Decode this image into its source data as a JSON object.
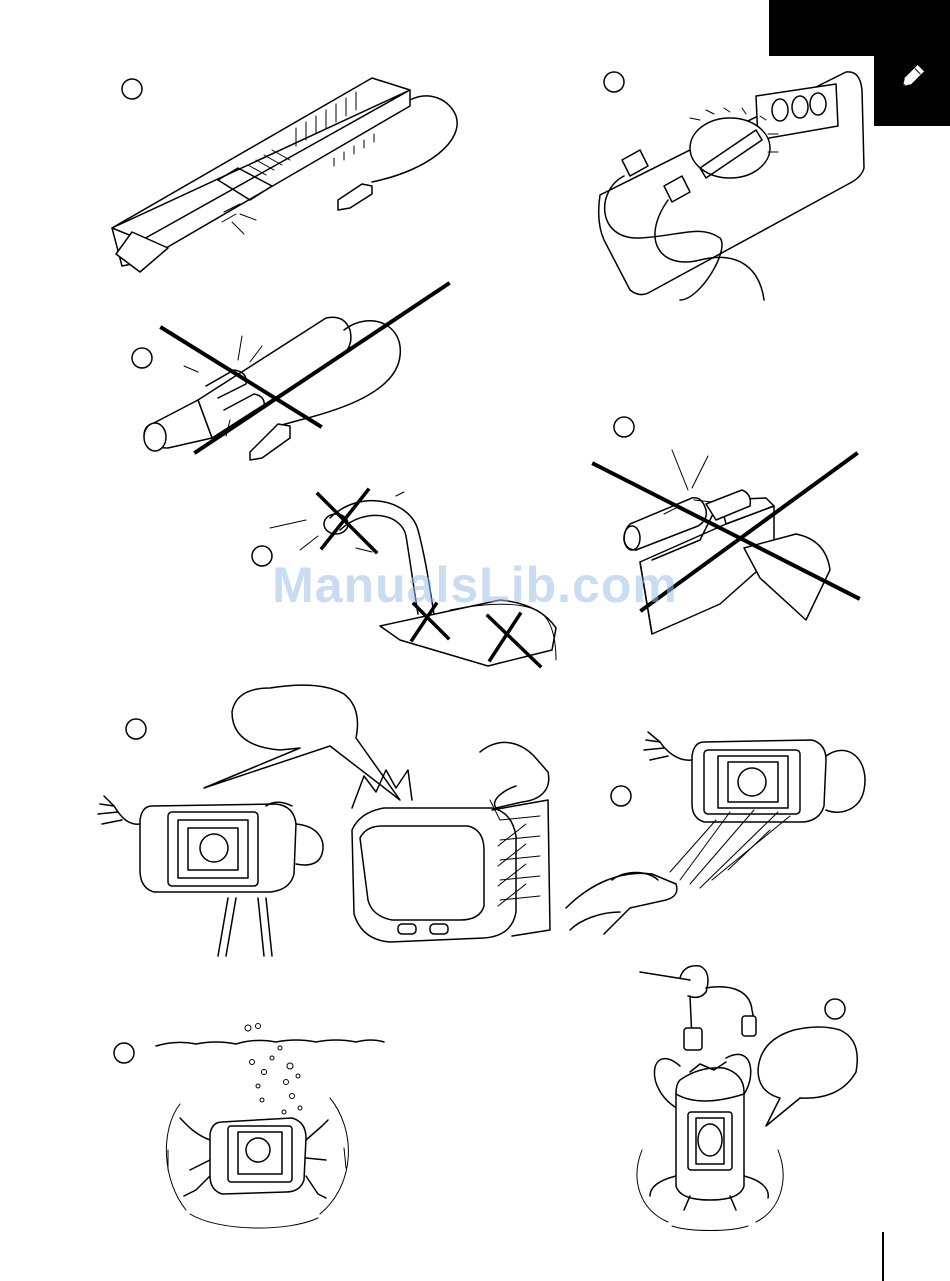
{
  "watermark": {
    "text": "ManualsLib.com"
  },
  "colors": {
    "ink": "#000000",
    "paper": "#ffffff",
    "watermark": "#9fc0e6"
  },
  "icons": {
    "tab_icon": "pencil-icon"
  },
  "figures": [
    {
      "id": "voltage-tester-pen",
      "crossed_out": false
    },
    {
      "id": "digital-multimeter",
      "crossed_out": false
    },
    {
      "id": "test-lamp-probe",
      "crossed_out": true
    },
    {
      "id": "welding-on-bracket",
      "crossed_out": true
    },
    {
      "id": "cable-damage",
      "crossed_out": true
    },
    {
      "id": "do-not-open-unit",
      "crossed_out": false
    },
    {
      "id": "no-spray-cleaning",
      "crossed_out": false
    },
    {
      "id": "no-submersion",
      "crossed_out": false
    },
    {
      "id": "carry-by-handle-not-cable",
      "crossed_out": false
    }
  ]
}
